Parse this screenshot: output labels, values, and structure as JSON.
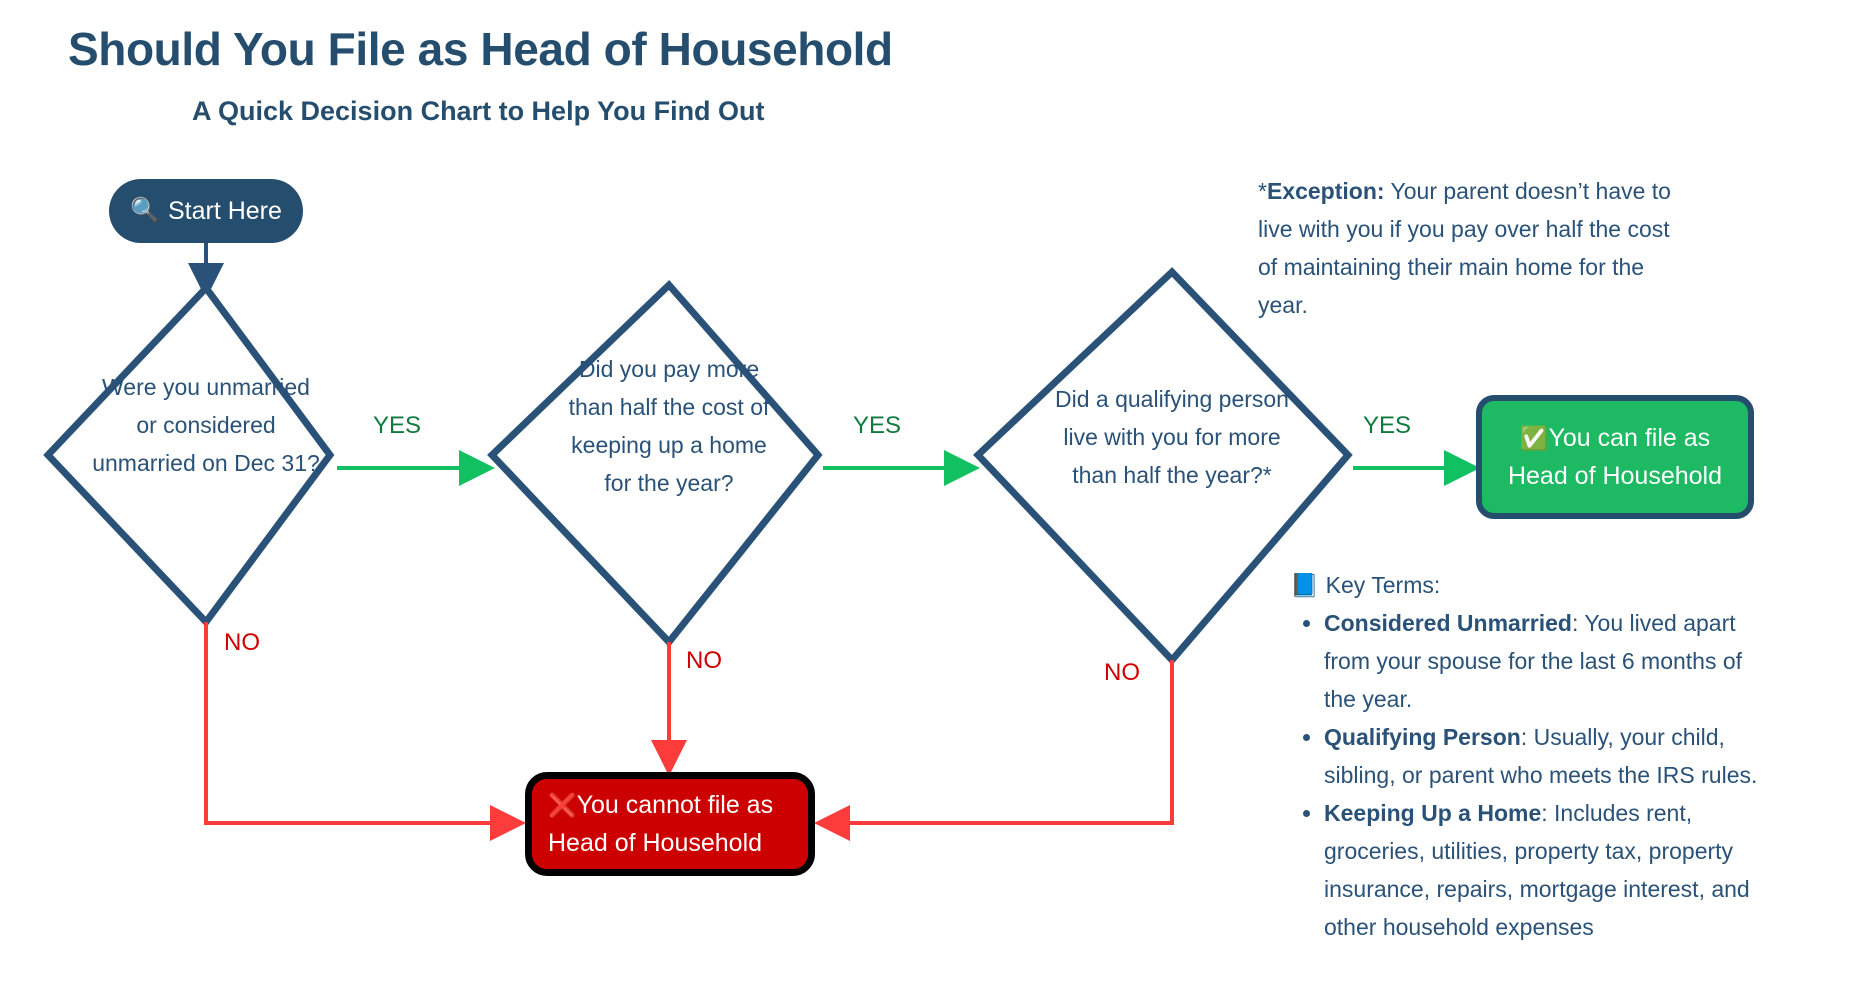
{
  "header": {
    "title": "Should You File as Head of Household",
    "subtitle": "A Quick Decision Chart to Help You Find Out"
  },
  "colors": {
    "navy": "#2a5278",
    "title_navy": "#254d6e",
    "yes_line": "#11c161",
    "yes_label": "#0f7a3d",
    "no_line": "#fc3b3b",
    "no_label": "#d00000",
    "success_box": "#1db963",
    "fail_box": "#cc0000",
    "fail_border": "#000000",
    "background": "#ffffff"
  },
  "start": {
    "icon": "magnifying-glass-icon",
    "icon_glyph": "🔍",
    "label": "Start Here"
  },
  "decisions": [
    {
      "id": "d1",
      "text": "Were you unmarried or considered unmarried on Dec 31?",
      "yes_label": "YES",
      "no_label": "NO"
    },
    {
      "id": "d2",
      "text": "Did you pay more than half the cost of keeping up a home for the year?",
      "yes_label": "YES",
      "no_label": "NO"
    },
    {
      "id": "d3",
      "text": "Did a qualifying person live with you for more than half the year?*",
      "yes_label": "YES",
      "no_label": "NO"
    }
  ],
  "results": {
    "success": {
      "icon": "check-mark-icon",
      "icon_glyph": "✅",
      "text": "You can file as Head of Household"
    },
    "failure": {
      "icon": "cross-mark-icon",
      "icon_glyph": "❌",
      "text": "You cannot file as Head of Household"
    }
  },
  "exception": {
    "marker": "*",
    "bold_label": "Exception:",
    "body": " Your parent doesn’t have to live with you if you pay over half the cost of maintaining their main home for the year."
  },
  "key_terms": {
    "icon": "blue-book-icon",
    "icon_glyph": "📘",
    "heading": "Key Terms:",
    "items": [
      {
        "term": "Considered Unmarried",
        "definition": ": You lived apart from your spouse for the last 6 months of the year."
      },
      {
        "term": "Qualifying Person",
        "definition": ": Usually, your child, sibling, or parent who meets the IRS rules."
      },
      {
        "term": "Keeping Up a Home",
        "definition": ": Includes rent, groceries, utilities, property tax, property insurance, repairs, mortgage interest, and other household expenses"
      }
    ]
  },
  "edges": {
    "d1_yes": "YES",
    "d1_no": "NO",
    "d2_yes": "YES",
    "d2_no": "NO",
    "d3_yes": "YES",
    "d3_no": "NO"
  }
}
